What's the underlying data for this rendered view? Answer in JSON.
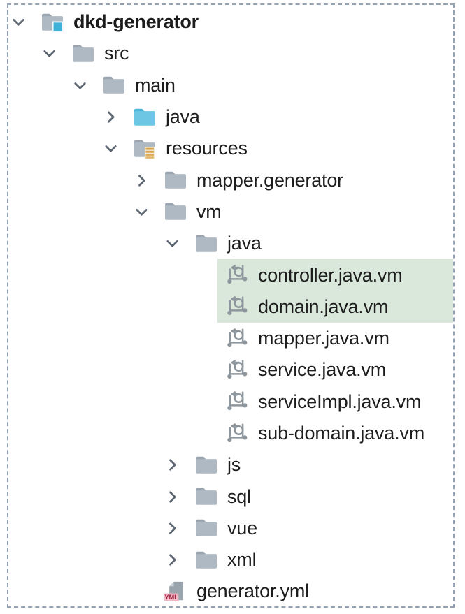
{
  "panel": {
    "name": "project-file-tree",
    "border_color": "#92a2b2",
    "background_color": "#ffffff",
    "selection_color": "#d9e8db"
  },
  "icons": {
    "yml_badge": "YML",
    "folder_color": "#aeb9c3",
    "folder_tab_color": "#99a5b1",
    "source_folder_color": "#6cc6e4",
    "project_root_square_color": "#3eb3da",
    "resources_badge_color": "#d9a247",
    "velocity_icon_color": "#8e979e",
    "yml_badge_bg": "#f1b6c3",
    "yml_badge_text_color": "#a02240"
  },
  "tree": {
    "rows": [
      {
        "label": "dkd-generator",
        "level": 0,
        "state": "expanded",
        "icon": "project-root",
        "selected": false,
        "bold": true
      },
      {
        "label": "src",
        "level": 1,
        "state": "expanded",
        "icon": "folder",
        "selected": false,
        "bold": false
      },
      {
        "label": "main",
        "level": 2,
        "state": "expanded",
        "icon": "folder",
        "selected": false,
        "bold": false
      },
      {
        "label": "java",
        "level": 3,
        "state": "collapsed",
        "icon": "source-folder",
        "selected": false,
        "bold": false
      },
      {
        "label": "resources",
        "level": 3,
        "state": "expanded",
        "icon": "resources-folder",
        "selected": false,
        "bold": false
      },
      {
        "label": "mapper.generator",
        "level": 4,
        "state": "collapsed",
        "icon": "folder",
        "selected": false,
        "bold": false
      },
      {
        "label": "vm",
        "level": 4,
        "state": "expanded",
        "icon": "folder",
        "selected": false,
        "bold": false
      },
      {
        "label": "java",
        "level": 5,
        "state": "expanded",
        "icon": "folder",
        "selected": false,
        "bold": false
      },
      {
        "label": "controller.java.vm",
        "level": 6,
        "state": "none",
        "icon": "velocity-template",
        "selected": true,
        "bold": false
      },
      {
        "label": "domain.java.vm",
        "level": 6,
        "state": "none",
        "icon": "velocity-template",
        "selected": true,
        "bold": false
      },
      {
        "label": "mapper.java.vm",
        "level": 6,
        "state": "none",
        "icon": "velocity-template",
        "selected": false,
        "bold": false
      },
      {
        "label": "service.java.vm",
        "level": 6,
        "state": "none",
        "icon": "velocity-template",
        "selected": false,
        "bold": false
      },
      {
        "label": "serviceImpl.java.vm",
        "level": 6,
        "state": "none",
        "icon": "velocity-template",
        "selected": false,
        "bold": false
      },
      {
        "label": "sub-domain.java.vm",
        "level": 6,
        "state": "none",
        "icon": "velocity-template",
        "selected": false,
        "bold": false
      },
      {
        "label": "js",
        "level": 5,
        "state": "collapsed",
        "icon": "folder",
        "selected": false,
        "bold": false
      },
      {
        "label": "sql",
        "level": 5,
        "state": "collapsed",
        "icon": "folder",
        "selected": false,
        "bold": false
      },
      {
        "label": "vue",
        "level": 5,
        "state": "collapsed",
        "icon": "folder",
        "selected": false,
        "bold": false
      },
      {
        "label": "xml",
        "level": 5,
        "state": "collapsed",
        "icon": "folder",
        "selected": false,
        "bold": false
      },
      {
        "label": "generator.yml",
        "level": 4,
        "state": "none",
        "icon": "yaml-file",
        "selected": false,
        "bold": false
      }
    ]
  }
}
